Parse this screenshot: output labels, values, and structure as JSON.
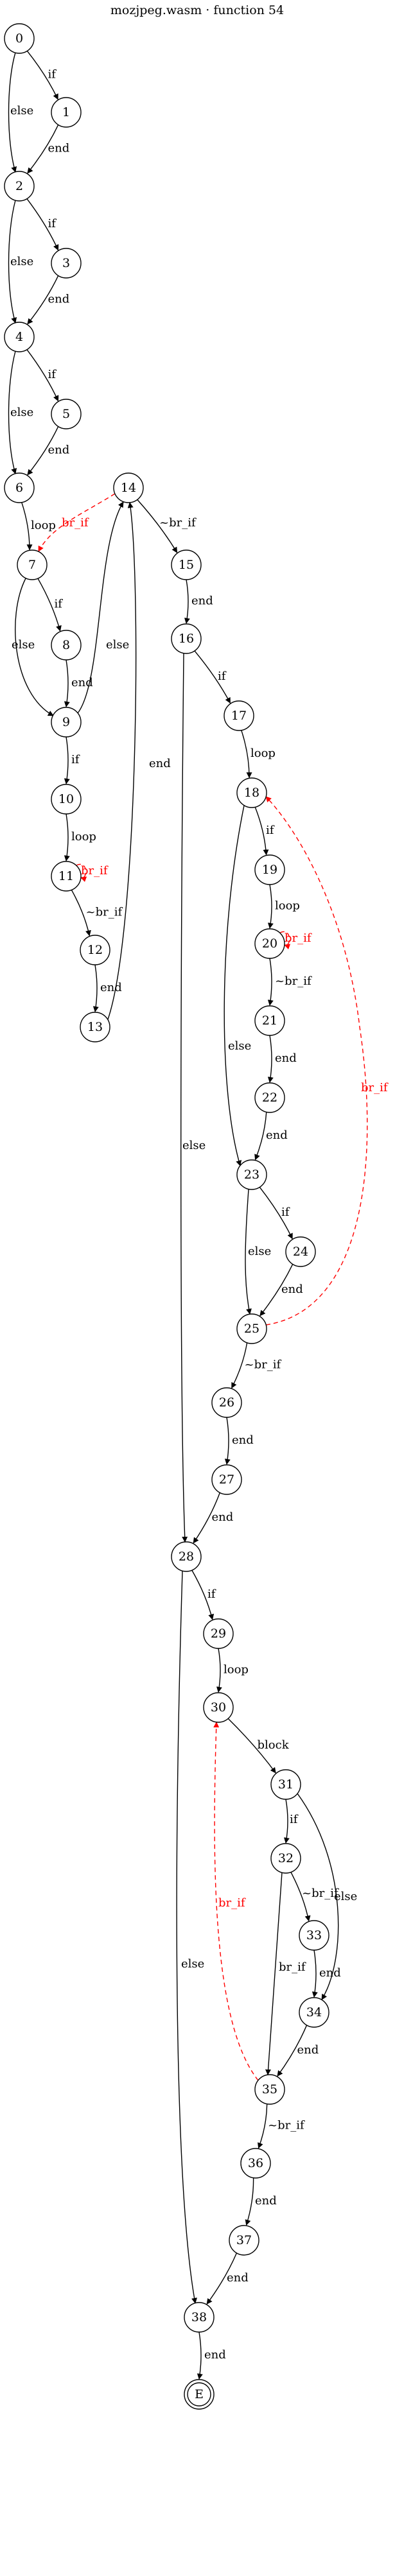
{
  "title": "mozjpeg.wasm · function 54",
  "colors": {
    "normal": "#000000",
    "back": "#ff0000",
    "background": "#ffffff"
  },
  "nodes": [
    "0",
    "1",
    "2",
    "3",
    "4",
    "5",
    "6",
    "7",
    "8",
    "9",
    "10",
    "11",
    "12",
    "13",
    "14",
    "15",
    "16",
    "17",
    "18",
    "19",
    "20",
    "21",
    "22",
    "23",
    "24",
    "25",
    "26",
    "27",
    "28",
    "29",
    "30",
    "31",
    "32",
    "33",
    "34",
    "35",
    "36",
    "37",
    "38",
    "E"
  ],
  "edges": [
    {
      "from": "0",
      "to": "1",
      "label": "if"
    },
    {
      "from": "0",
      "to": "2",
      "label": "else"
    },
    {
      "from": "1",
      "to": "2",
      "label": "end"
    },
    {
      "from": "2",
      "to": "3",
      "label": "if"
    },
    {
      "from": "2",
      "to": "4",
      "label": "else"
    },
    {
      "from": "3",
      "to": "4",
      "label": "end"
    },
    {
      "from": "4",
      "to": "5",
      "label": "if"
    },
    {
      "from": "4",
      "to": "6",
      "label": "else"
    },
    {
      "from": "5",
      "to": "6",
      "label": "end"
    },
    {
      "from": "6",
      "to": "7",
      "label": "loop"
    },
    {
      "from": "7",
      "to": "8",
      "label": "if"
    },
    {
      "from": "7",
      "to": "9",
      "label": "else"
    },
    {
      "from": "8",
      "to": "9",
      "label": "end"
    },
    {
      "from": "9",
      "to": "10",
      "label": "if"
    },
    {
      "from": "9",
      "to": "14",
      "label": "else"
    },
    {
      "from": "10",
      "to": "11",
      "label": "loop"
    },
    {
      "from": "11",
      "to": "11",
      "label": "br_if",
      "back": true
    },
    {
      "from": "11",
      "to": "12",
      "label": "~br_if"
    },
    {
      "from": "12",
      "to": "13",
      "label": "end"
    },
    {
      "from": "13",
      "to": "14",
      "label": "end"
    },
    {
      "from": "14",
      "to": "7",
      "label": "br_if",
      "back": true
    },
    {
      "from": "14",
      "to": "15",
      "label": "~br_if"
    },
    {
      "from": "15",
      "to": "16",
      "label": "end"
    },
    {
      "from": "16",
      "to": "17",
      "label": "if"
    },
    {
      "from": "16",
      "to": "28",
      "label": "else"
    },
    {
      "from": "17",
      "to": "18",
      "label": "loop"
    },
    {
      "from": "18",
      "to": "19",
      "label": "if"
    },
    {
      "from": "18",
      "to": "23",
      "label": "else"
    },
    {
      "from": "19",
      "to": "20",
      "label": "loop"
    },
    {
      "from": "20",
      "to": "20",
      "label": "br_if",
      "back": true
    },
    {
      "from": "20",
      "to": "21",
      "label": "~br_if"
    },
    {
      "from": "21",
      "to": "22",
      "label": "end"
    },
    {
      "from": "22",
      "to": "23",
      "label": "end"
    },
    {
      "from": "23",
      "to": "24",
      "label": "if"
    },
    {
      "from": "23",
      "to": "25",
      "label": "else"
    },
    {
      "from": "24",
      "to": "25",
      "label": "end"
    },
    {
      "from": "25",
      "to": "18",
      "label": "br_if",
      "back": true
    },
    {
      "from": "25",
      "to": "26",
      "label": "~br_if"
    },
    {
      "from": "26",
      "to": "27",
      "label": "end"
    },
    {
      "from": "27",
      "to": "28",
      "label": "end"
    },
    {
      "from": "28",
      "to": "29",
      "label": "if"
    },
    {
      "from": "28",
      "to": "38",
      "label": "else"
    },
    {
      "from": "29",
      "to": "30",
      "label": "loop"
    },
    {
      "from": "30",
      "to": "31",
      "label": "block"
    },
    {
      "from": "31",
      "to": "32",
      "label": "if"
    },
    {
      "from": "31",
      "to": "34",
      "label": "else"
    },
    {
      "from": "32",
      "to": "33",
      "label": "~br_if"
    },
    {
      "from": "32",
      "to": "35",
      "label": "br_if"
    },
    {
      "from": "33",
      "to": "34",
      "label": "end"
    },
    {
      "from": "34",
      "to": "35",
      "label": "end"
    },
    {
      "from": "35",
      "to": "30",
      "label": "br_if",
      "back": true
    },
    {
      "from": "35",
      "to": "36",
      "label": "~br_if"
    },
    {
      "from": "36",
      "to": "37",
      "label": "end"
    },
    {
      "from": "37",
      "to": "38",
      "label": "end"
    },
    {
      "from": "38",
      "to": "E",
      "label": "end"
    }
  ]
}
